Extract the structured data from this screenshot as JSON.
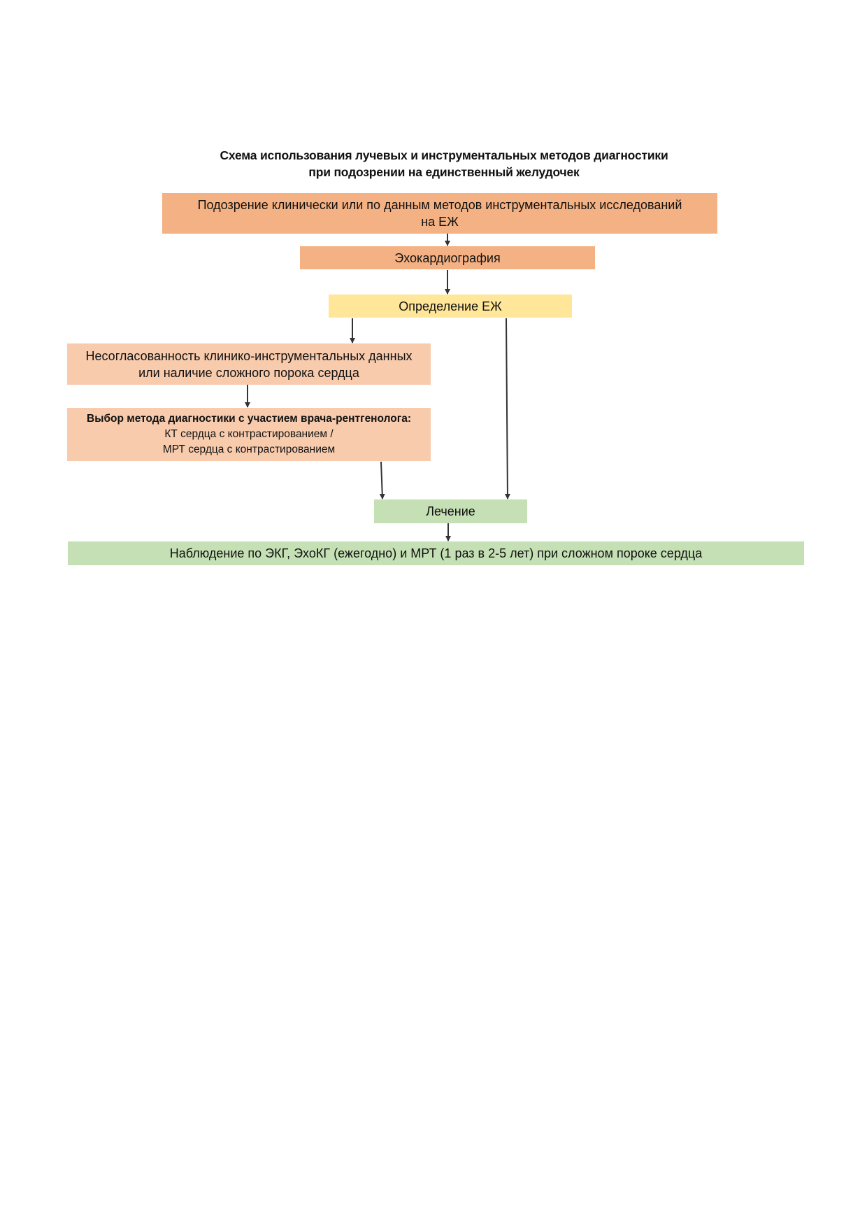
{
  "title": {
    "line1": "Схема использования лучевых и инструментальных методов диагностики",
    "line2": "при подозрении на единственный желудочек"
  },
  "nodes": {
    "suspicion": {
      "line1": "Подозрение клинически или по данным методов инструментальных исследований",
      "line2": "на ЕЖ"
    },
    "echo": "Эхокардиография",
    "define": "Определение ЕЖ",
    "discord": {
      "line1": "Несогласованность клинико-инструментальных данных",
      "line2": "или наличие сложного порока сердца"
    },
    "method": {
      "heading": "Выбор метода диагностики с участием врача-рентгенолога:",
      "line1": "КТ сердца с контрастированием /",
      "line2": "МРТ сердца с контрастированием"
    },
    "treatment": "Лечение",
    "observation": "Наблюдение по ЭКГ, ЭхоКГ (ежегодно) и МРТ (1 раз в 2-5 лет) при сложном пороке сердца"
  },
  "colors": {
    "strong_orange": "#f4b183",
    "yellow": "#ffe699",
    "light_orange": "#f8cbad",
    "green": "#c5e0b4",
    "arrow": "#333333"
  }
}
